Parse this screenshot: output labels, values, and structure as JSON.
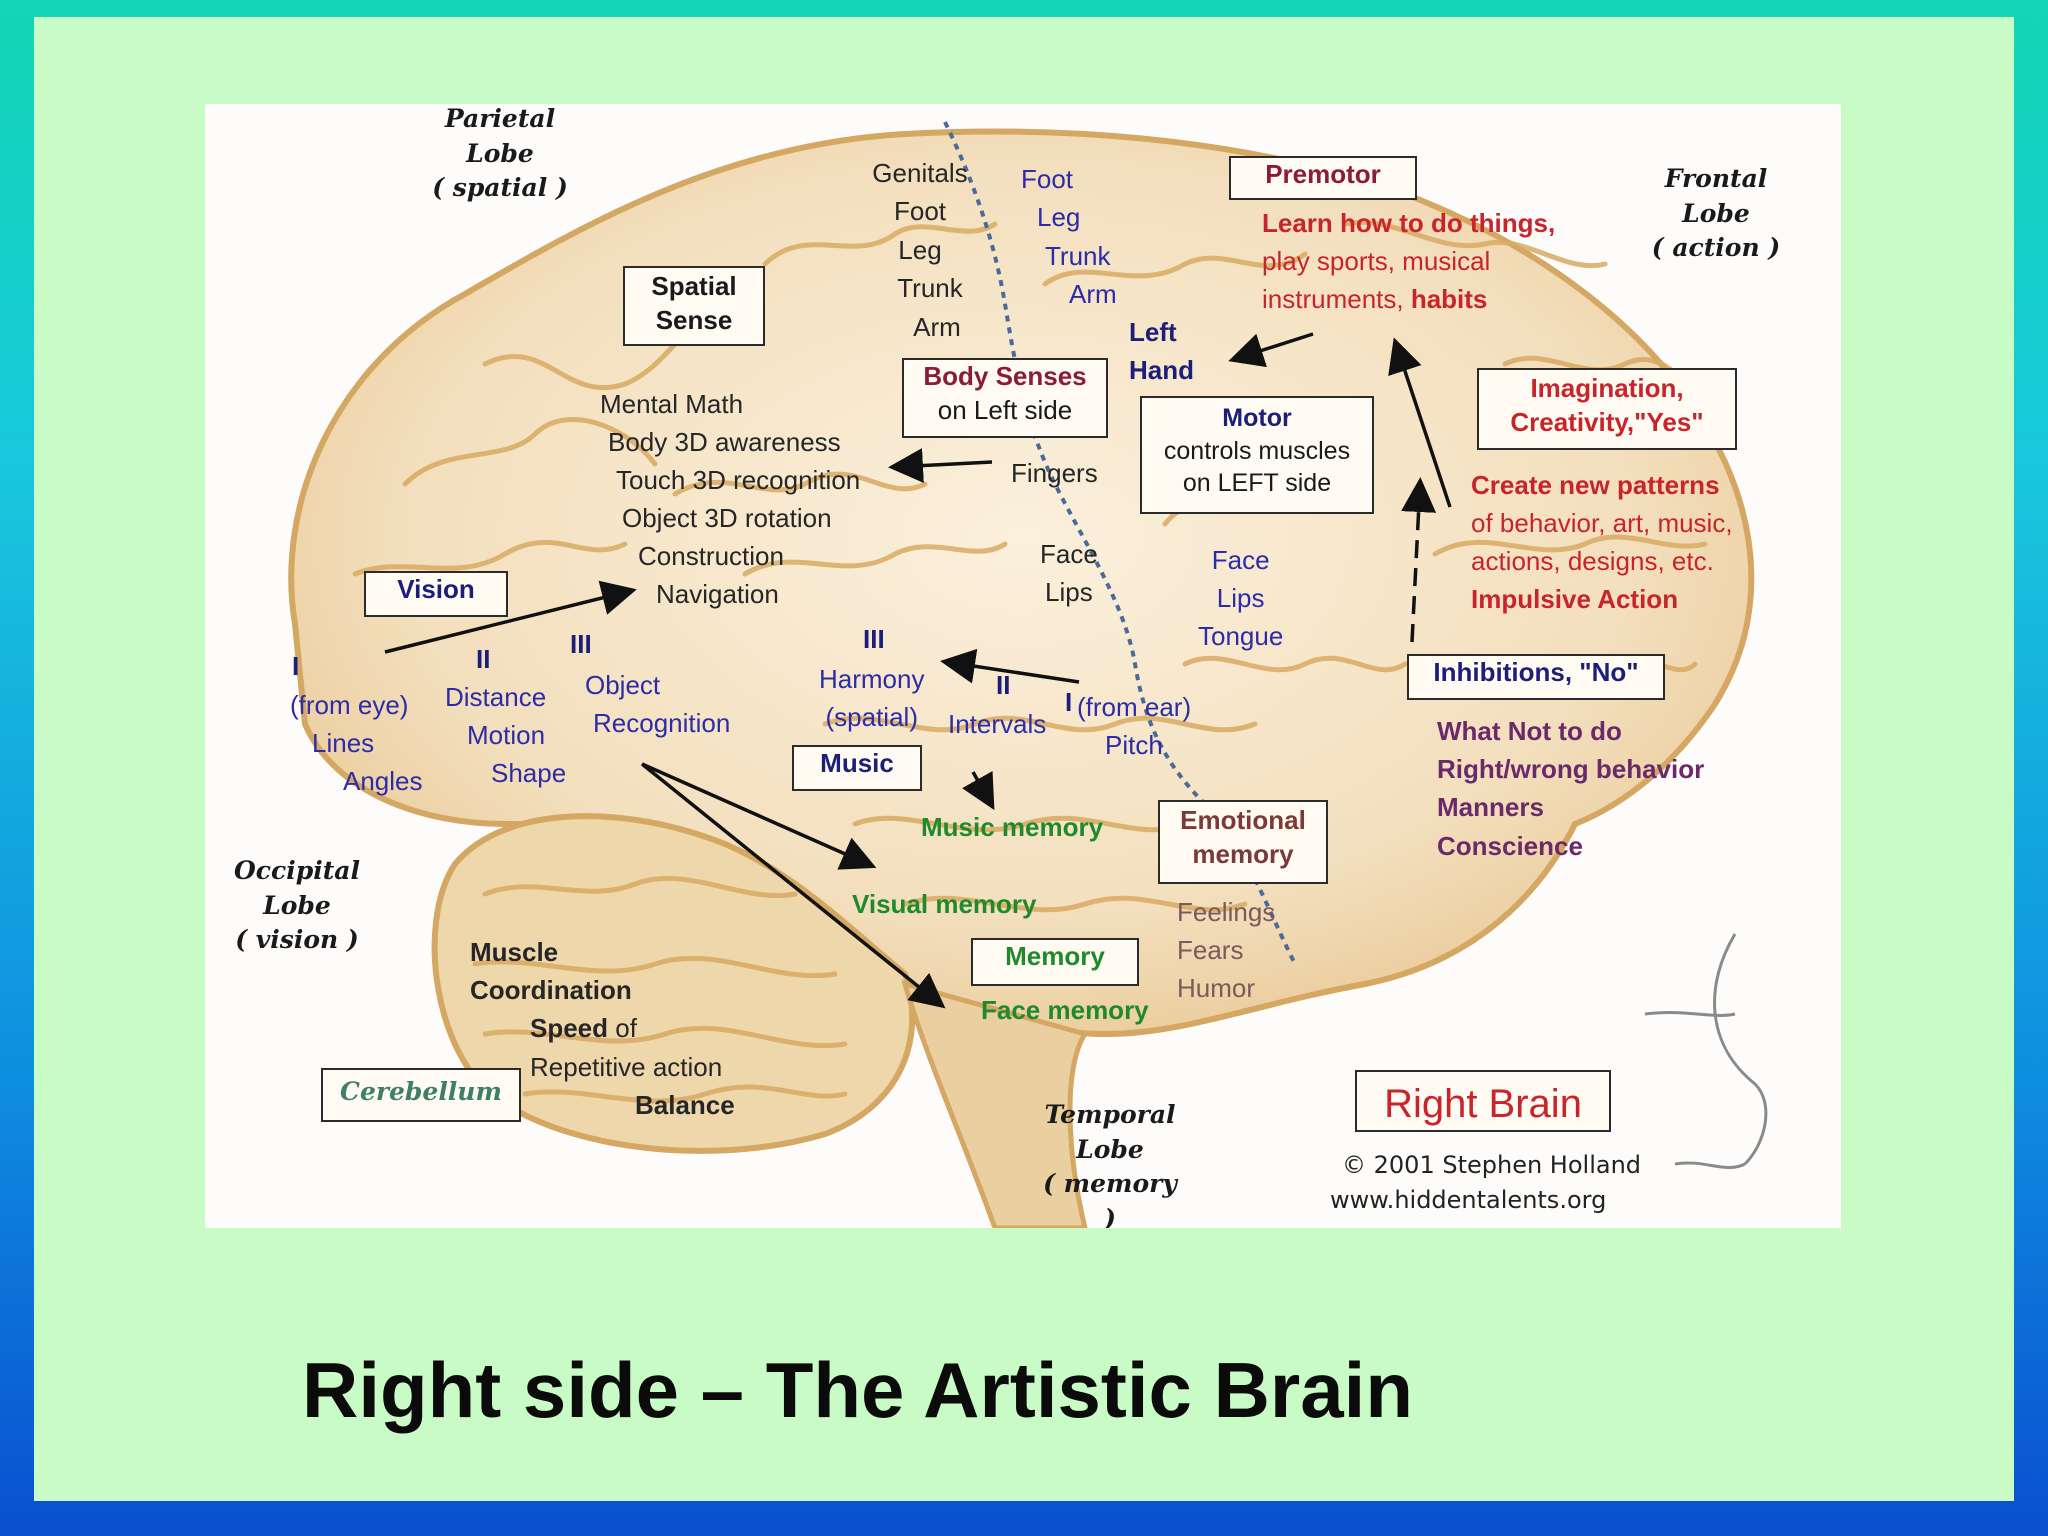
{
  "title": "Right side – The Artistic Brain",
  "lobes": {
    "parietal": [
      "Parietal",
      "Lobe",
      "( spatial )"
    ],
    "frontal": [
      "Frontal",
      "Lobe",
      "( action )"
    ],
    "occipital": [
      "Occipital",
      "Lobe",
      "( vision )"
    ],
    "temporal": [
      "Temporal",
      "Lobe",
      "( memory )"
    ]
  },
  "sensory_strip": [
    "Genitals",
    "Foot",
    "Leg",
    "Trunk",
    "Arm"
  ],
  "motor_strip": [
    "Foot",
    "Leg",
    "Trunk",
    "Arm"
  ],
  "left_hand": [
    "Left",
    "Hand"
  ],
  "premotor": {
    "box": "Premotor",
    "line1": "Learn how to do things,",
    "line2": "play sports, musical",
    "line3a": "instruments, ",
    "line3b": "habits"
  },
  "spatial_sense": {
    "box": [
      "Spatial",
      "Sense"
    ],
    "items": [
      "Mental Math",
      "Body 3D awareness",
      "Touch 3D recognition",
      "Object 3D rotation",
      "Construction",
      "Navigation"
    ]
  },
  "body_senses": {
    "title": "Body Senses",
    "sub": "on Left side"
  },
  "motor": {
    "title": "Motor",
    "line1": "controls muscles",
    "line2": "on LEFT side"
  },
  "imagination": {
    "box": [
      "Imagination,",
      "Creativity,\"Yes\""
    ],
    "line1": "Create new patterns",
    "line2": "of behavior, art, music,",
    "line3": "actions, designs, etc.",
    "line4": "Impulsive Action"
  },
  "fingers": "Fingers",
  "face_lips_sensory": [
    "Face",
    "Lips"
  ],
  "face_lips_motor": [
    "Face",
    "Lips",
    "Tongue"
  ],
  "vision": {
    "box": "Vision",
    "v1": "I",
    "v1_items": [
      "(from eye)",
      "Lines",
      "Angles"
    ],
    "v2": "II",
    "v2_items": [
      "Distance",
      "Motion",
      "Shape"
    ],
    "v3": "III",
    "v3_items": [
      "Object",
      "Recognition"
    ]
  },
  "music": {
    "box": "Music",
    "m3": "III",
    "m3_items": [
      "Harmony",
      "(spatial)"
    ],
    "m2": "II",
    "m2_items": [
      "Intervals"
    ],
    "m1": "I",
    "m1_items": [
      "(from ear)",
      "Pitch"
    ]
  },
  "inhibitions": {
    "box": "Inhibitions, \"No\"",
    "items": [
      "What Not to do",
      "Right/wrong behavior",
      "Manners",
      "Conscience"
    ]
  },
  "memories": {
    "music_memory": "Music memory",
    "visual_memory": "Visual memory",
    "face_memory": "Face memory",
    "memory_box": "Memory",
    "emotional_box": [
      "Emotional",
      "memory"
    ],
    "emotional_items": [
      "Feelings",
      "Fears",
      "Humor"
    ]
  },
  "cerebellum": {
    "box": "Cerebellum",
    "line1": "Muscle",
    "line2": "Coordination",
    "line3a": "Speed",
    "line3b": " of",
    "line4": "Repetitive action",
    "line5": "Balance"
  },
  "right_brain": "Right Brain",
  "copyright": [
    "© 2001 Stephen Holland",
    "www.hiddentalents.org"
  ],
  "colors": {
    "slide_bg": "#c8fbc6",
    "brain_fill": "#f3e2c4",
    "gyri": "#d9ad6a",
    "red": "#c8242b",
    "navy": "#1b1f7a",
    "green": "#1f8a2c"
  }
}
